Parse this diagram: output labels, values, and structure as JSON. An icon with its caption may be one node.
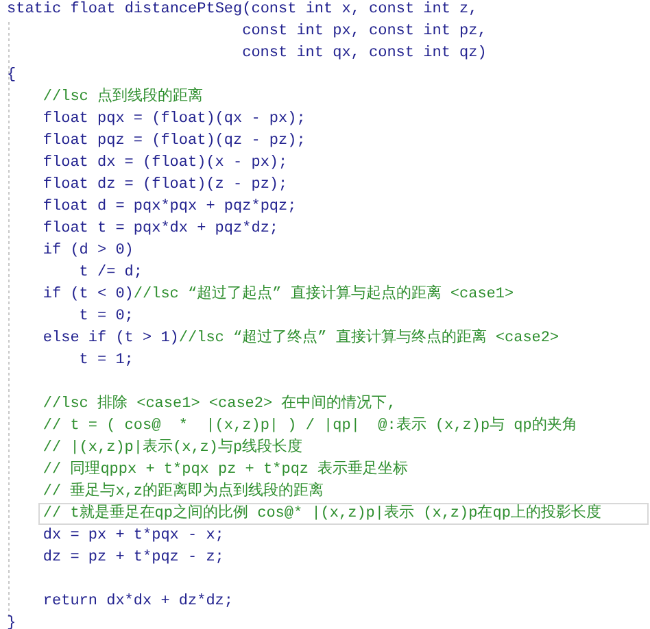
{
  "diagram": {
    "labels": [
      "static float distancePtSeg(const int x, const int z,",
      "const int px, const int pz,",
      "const int qx, const int qz)",
      "{",
      "//lsc 点到线段的距离",
      "float pqx = (float)(qx - px);",
      "float pqz = (float)(qz - pz);",
      "float dx = (float)(x - px);",
      "float dz = (float)(z - pz);",
      "float d = pqx*pqx + pqz*pqz;",
      "float t = pqx*dx + pqz*dz;",
      "if (d > 0)",
      "t /= d;",
      "if (t < 0)",
      "//lsc “超过了起点” 直接计算与起点的距离 <case1>",
      "t = 0;",
      "else if (t > 1)",
      "//lsc “超过了终点” 直接计算与终点的距离 <case2>",
      "t = 1;",
      "//lsc 排除 <case1> <case2> 在中间的情况下,",
      "// t = ( cos@  *  |(x,z)p| ) / |qp|  @:表示 (x,z)p与 qp的夹角",
      "// |(x,z)p|表示(x,z)与p线段长度",
      "// 同理qppx + t*pqx pz + t*pqz 表示垂足坐标",
      "// 垂足与x,z的距离即为点到线段的距离",
      "// t就是垂足在qp之间的比例 cos@* |(x,z)p|表示 (x,z)p在qp上的投影长度",
      "dx = px + t*pqx - x;",
      "dz = pz + t*pqz - z;",
      "return dx*dx + dz*dz;",
      "}"
    ]
  }
}
